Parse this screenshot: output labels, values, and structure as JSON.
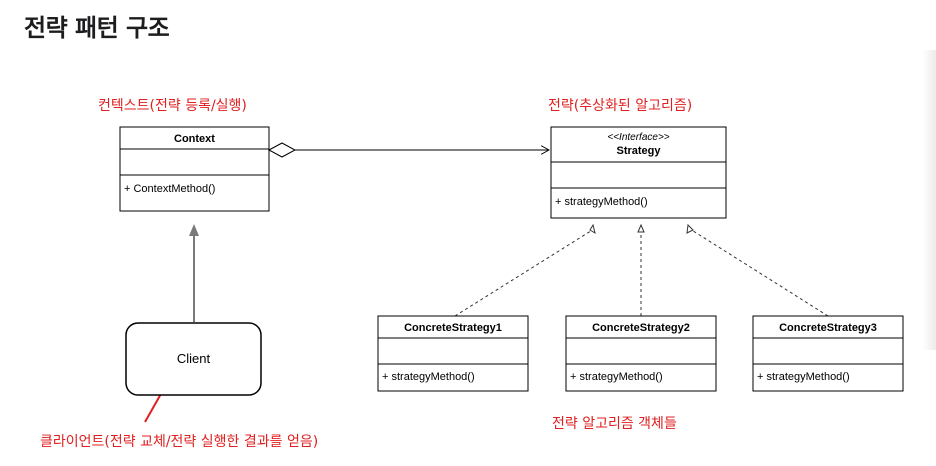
{
  "title": "전략 패턴 구조",
  "context": {
    "name": "Context",
    "method": "+ ContextMethod()",
    "note": "컨텍스트(전략 등록/실행)"
  },
  "strategy": {
    "stereotype": "<<Interface>>",
    "name": "Strategy",
    "method": "+ strategyMethod()",
    "note": "전략(추상화된 알고리즘)"
  },
  "concrete": [
    {
      "name": "ConcreteStrategy1",
      "method": "+ strategyMethod()"
    },
    {
      "name": "ConcreteStrategy2",
      "method": "+ strategyMethod()"
    },
    {
      "name": "ConcreteStrategy3",
      "method": "+ strategyMethod()"
    }
  ],
  "concrete_note": "전략 알고리즘 객체들",
  "client": {
    "name": "Client",
    "note": "클라이언트(전략 교체/전략 실행한 결과를 얻음)"
  },
  "colors": {
    "annotation": "#e02020",
    "line": "#000000",
    "arrow_gray": "#7a7a7a"
  }
}
